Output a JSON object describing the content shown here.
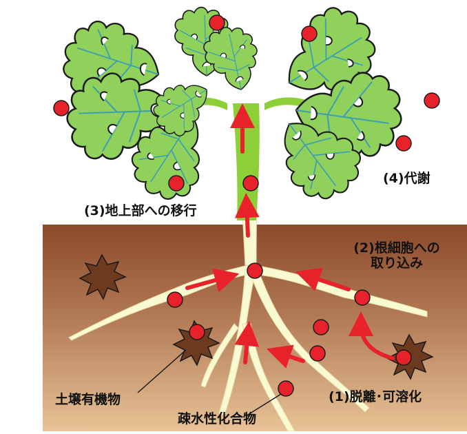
{
  "labels": {
    "translocation": "(3)地上部への移行",
    "metabolism": "(4)代謝",
    "uptake_line1": "(2)根細胞への",
    "uptake_line2": "取り込み",
    "desorption": "(1)脱離･可溶化",
    "soil_organic_matter": "土壌有機物",
    "hydrophobic_compound": "疎水性化合物"
  },
  "colors": {
    "soil_top": "#8b4a2b",
    "soil_bottom": "#e6bf92",
    "root": "#fafad2",
    "stem": "#8ccf38",
    "leaf": "#8fd15b",
    "leaf_vein": "#3f9fb0",
    "compound_dot": "#e8222a",
    "arrow": "#e8222a",
    "organic_matter": "#6b3a1f"
  }
}
